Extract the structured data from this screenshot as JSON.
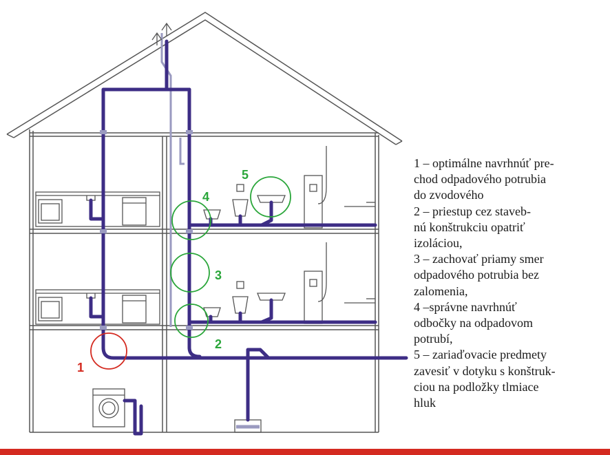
{
  "labels": [
    {
      "id": "1",
      "text": "1",
      "color": "#d42a20"
    },
    {
      "id": "2",
      "text": "2",
      "color": "#2aa63a"
    },
    {
      "id": "3",
      "text": "3",
      "color": "#2aa63a"
    },
    {
      "id": "4",
      "text": "4",
      "color": "#2aa63a"
    },
    {
      "id": "5",
      "text": "5",
      "color": "#2aa63a"
    }
  ],
  "legend": [
    "1 – optimálne navrhnúť pre-",
    "chod odpadového potrubia",
    "do zvodového",
    "2 – priestup cez staveb-",
    "nú konštrukciu opatriť",
    "izoláciou,",
    "3 – zachovať priamy smer",
    "odpadového potrubia bez",
    "zalomenia,",
    "4 –správne navrhnúť",
    "odbočky na odpadovom",
    "potrubí,",
    "5 – zariaďovacie predmety",
    "zavesiť v dotyku s konštruk-",
    "ciou na podložky tlmiace",
    "hluk"
  ],
  "colors": {
    "pipe": "#3d2d85",
    "vent": "#9a9ac0",
    "structure": "#555555",
    "highlight_red": "#d42a20",
    "highlight_green": "#2aa63a",
    "bottom_bar": "#d42a20"
  }
}
